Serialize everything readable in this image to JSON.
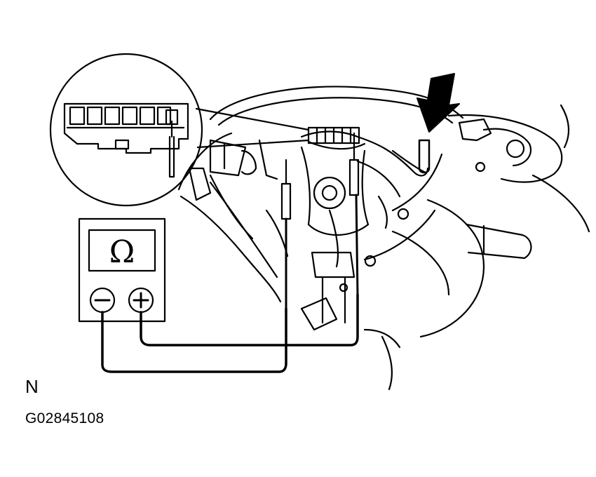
{
  "figure": {
    "view_label": "N",
    "figure_code": "G02845108"
  },
  "meter": {
    "symbol": "Ω",
    "negative_terminal": "−",
    "positive_terminal": "+"
  },
  "icons": {
    "meter": "ohmmeter-icon",
    "arrow": "down-arrow-icon",
    "connector": "connector-icon"
  }
}
